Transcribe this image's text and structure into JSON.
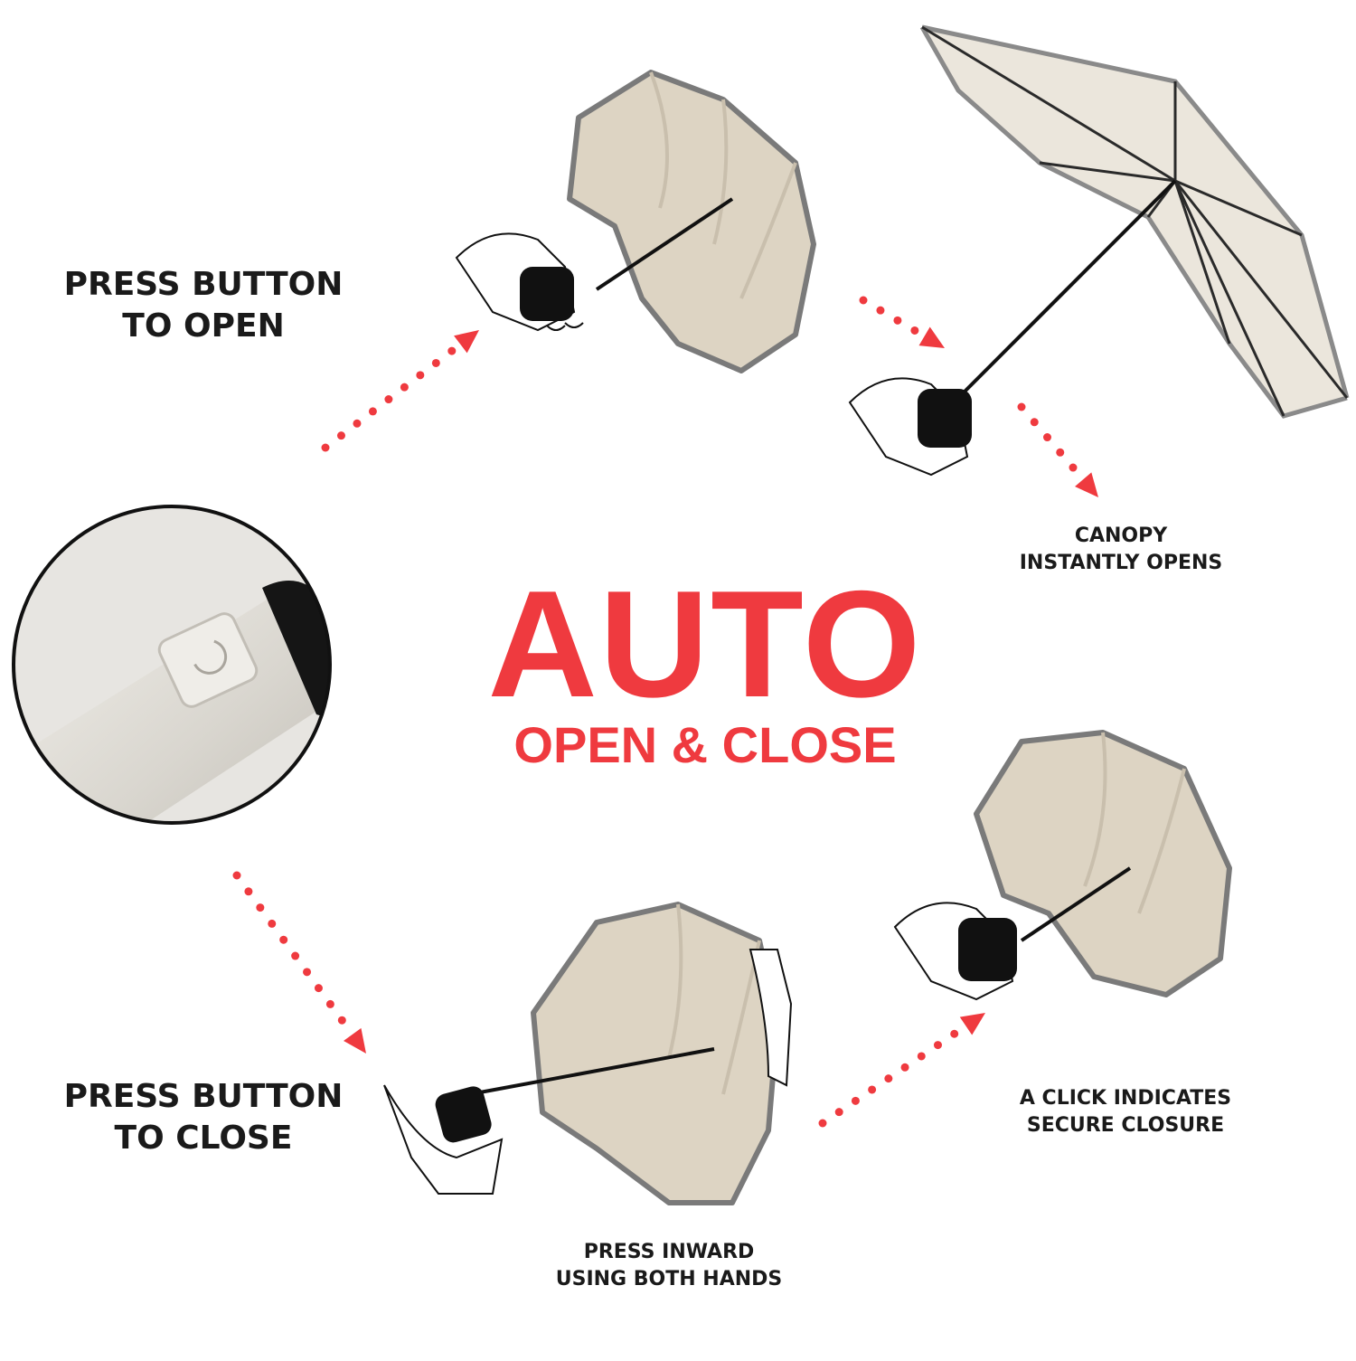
{
  "colors": {
    "accent": "#ef3a3f",
    "canopy": "#ddd4c3",
    "canopy_shade": "#c9bfad",
    "trim": "#7a7a7a",
    "handle": "#111111",
    "text": "#1a1a1a"
  },
  "headline": {
    "main": "AUTO",
    "sub": "OPEN & CLOSE"
  },
  "steps": {
    "open": {
      "line1": "PRESS BUTTON",
      "line2": "TO OPEN"
    },
    "canopy": {
      "line1": "CANOPY",
      "line2": "INSTANTLY OPENS"
    },
    "close": {
      "line1": "PRESS BUTTON",
      "line2": "TO CLOSE"
    },
    "click": {
      "line1": "A CLICK INDICATES",
      "line2": "SECURE CLOSURE"
    },
    "inward": {
      "line1": "PRESS INWARD",
      "line2": "USING BOTH HANDS"
    }
  },
  "icons": {
    "closeup": "handle-closeup-icon",
    "arrows": "dotted-arrow-icon",
    "hand": "hand-icon",
    "umbrella_folded": "folded-umbrella-icon",
    "umbrella_open": "open-umbrella-icon"
  }
}
